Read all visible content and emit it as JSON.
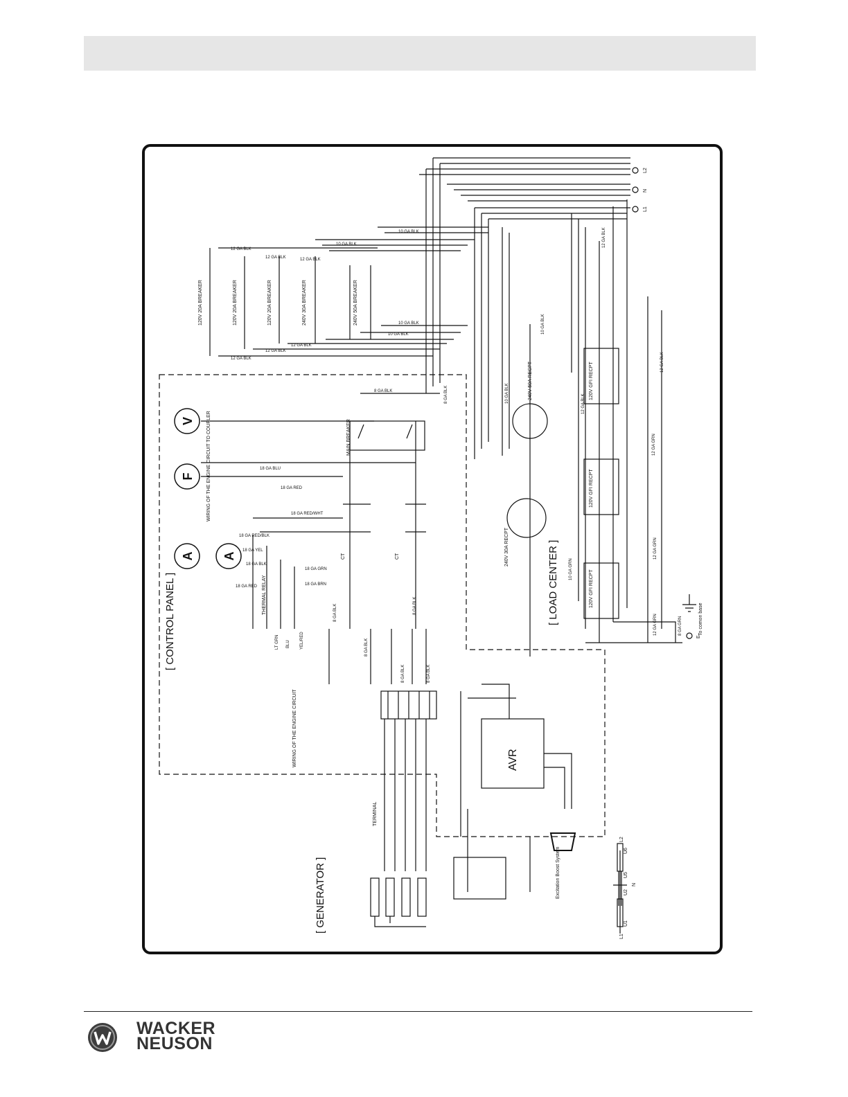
{
  "header": {
    "band_color": "#e6e6e6"
  },
  "diagram": {
    "sections": {
      "control_panel": "[ CONTROL PANEL ]",
      "load_center": "[ LOAD CENTER ]",
      "generator": "[ GENERATOR ]"
    },
    "breakers": [
      "120V 20A BREAKER",
      "120V 20A BREAKER",
      "120V 20A BREAKER",
      "240V 30A BREAKER",
      "240V 50A BREAKER"
    ],
    "main_breaker": "MAIN BREAKER",
    "meters": {
      "voltmeter": "V",
      "frequency": "F",
      "ammeter": "A"
    },
    "receptacles": {
      "r50": "240V 50A RECPT",
      "r30": "240V 30A RECPT",
      "gfi": "120V GFI RECPT"
    },
    "avr": "AVR",
    "terminal": "TERMINAL",
    "thermal_relay": "THERMAL RELAY",
    "engine_wiring": "WIRING OF THE ENGINE CIRCUIT",
    "coupler_wiring": "WIRING OF THE ENGINE CIRCUIT TO COUPLER",
    "excitation": "Excitation Boost System",
    "common_base": "To comon base",
    "outputs": {
      "l1": "L1",
      "n": "N",
      "l2": "L2",
      "e": "E"
    },
    "windings": {
      "u1": "U1",
      "u2": "U2",
      "u5": "U5",
      "u6": "U6",
      "l1": "L1",
      "l2": "L2",
      "n": "N"
    },
    "ct": "CT",
    "wire_labels": {
      "blk12": "12 GA BLK",
      "blk10": "10 GA BLK",
      "blk8": "8 GA BLK",
      "grn12": "12 GA GRN",
      "grn10": "10 GA GRN",
      "grn8": "8 GA GRN",
      "blu18": "18 GA BLU",
      "red18": "18 GA RED",
      "yel18": "18 GA YEL",
      "redblk18": "18 GA RED/BLK",
      "redwht18": "18 GA RED/WHT",
      "brn18": "18 GA BRN",
      "grn18": "18 GA GRN",
      "blk18": "18 GA BLK",
      "ltgrn": "LT GRN",
      "blu": "BLU",
      "yelred": "YEL/RED"
    }
  },
  "footer": {
    "brand_line1": "WACKER",
    "brand_line2": "NEUSON"
  }
}
